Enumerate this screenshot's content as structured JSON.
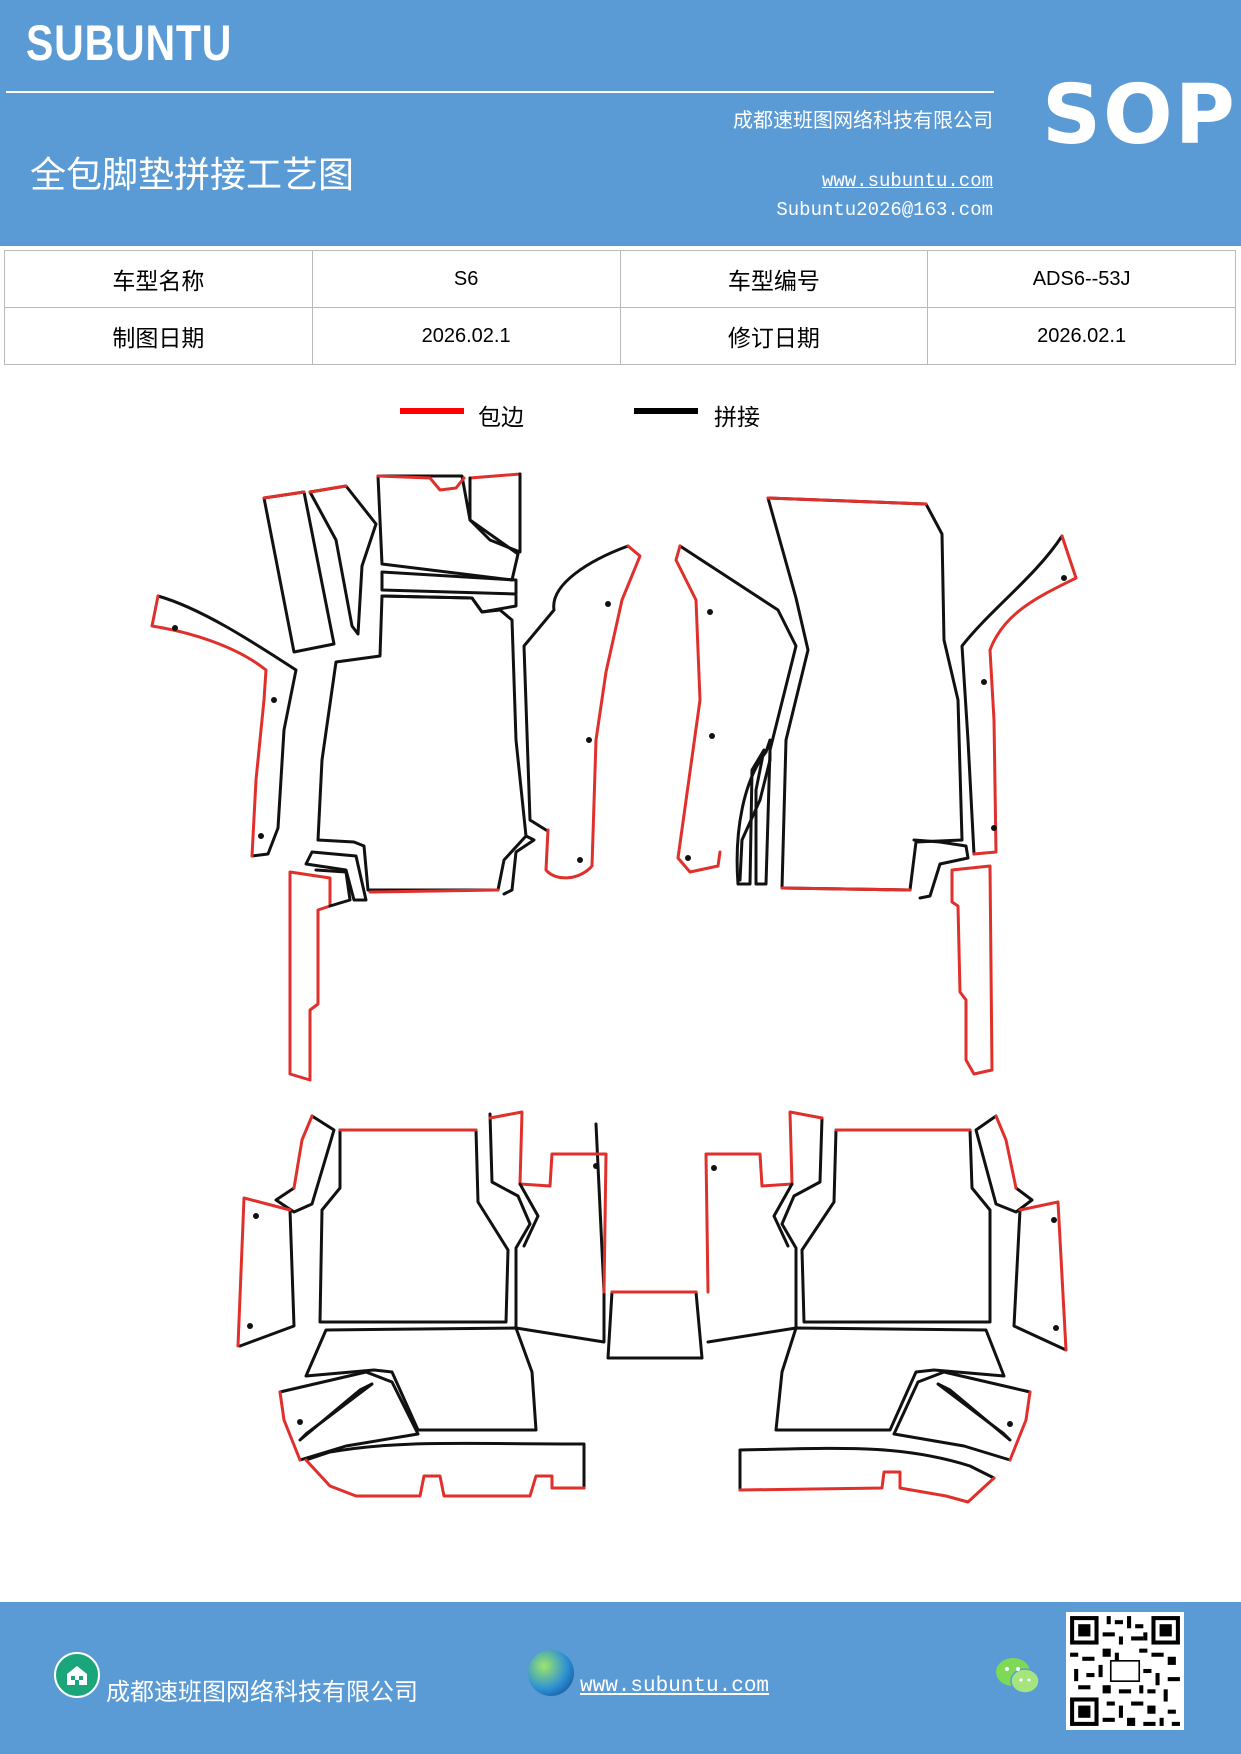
{
  "header": {
    "brand": "SUBUNTU",
    "company": "成都速班图网络科技有限公司",
    "title": "全包脚垫拼接工艺图",
    "website": "www.subuntu.com",
    "email": "Subuntu2026@163.com",
    "badge": "SOP"
  },
  "info_table": {
    "rows": [
      [
        {
          "text": "车型名称",
          "kind": "label"
        },
        {
          "text": "S6",
          "kind": "value"
        },
        {
          "text": "车型编号",
          "kind": "label"
        },
        {
          "text": "ADS6--53J",
          "kind": "value"
        }
      ],
      [
        {
          "text": "制图日期",
          "kind": "label"
        },
        {
          "text": "2026.02.1",
          "kind": "value"
        },
        {
          "text": "修订日期",
          "kind": "label"
        },
        {
          "text": "2026.02.1",
          "kind": "value"
        }
      ]
    ]
  },
  "legend": {
    "items": [
      {
        "label": "包边",
        "color": "#ff0000"
      },
      {
        "label": "拼接",
        "color": "#000000"
      }
    ]
  },
  "drawing": {
    "edge_color": "#e0302b",
    "seam_color": "#111111"
  },
  "footer": {
    "company": "成都速班图网络科技有限公司",
    "website": "www.subuntu.com",
    "icons": [
      "building-icon",
      "globe-icon",
      "wechat-icon",
      "qr-code"
    ]
  },
  "colors": {
    "brand_blue": "#5b9bd5",
    "text_white": "#ffffff"
  }
}
